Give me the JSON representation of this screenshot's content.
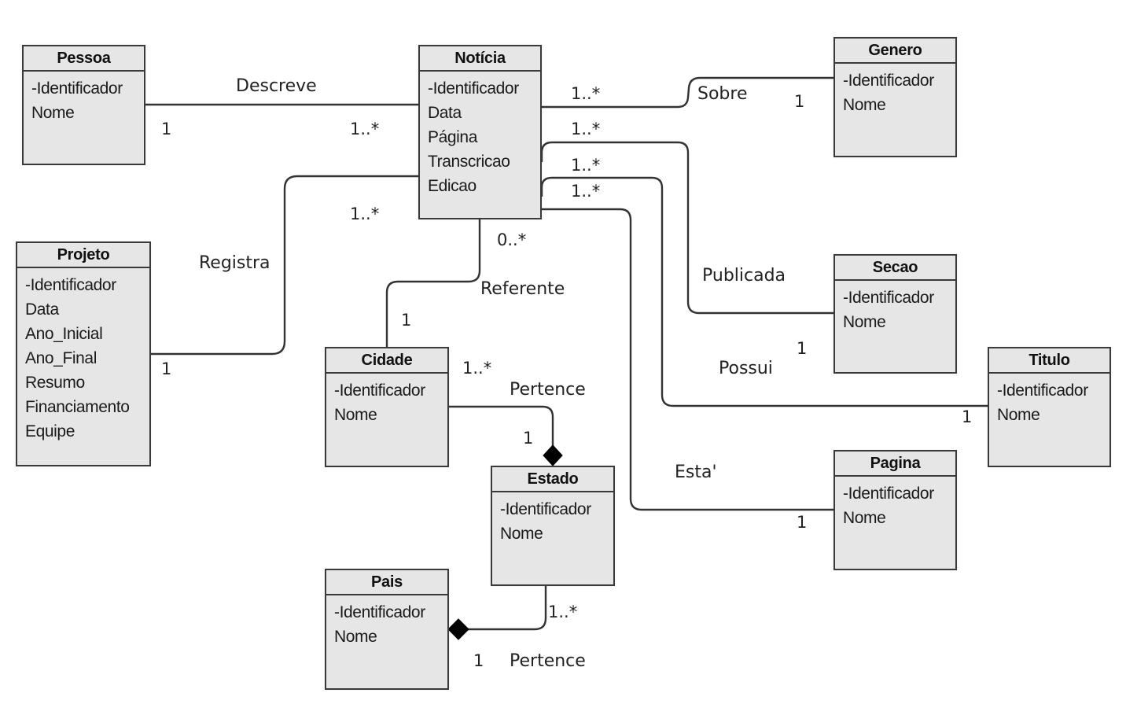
{
  "diagram": {
    "type": "uml-class-diagram",
    "classes": {
      "pessoa": {
        "name": "Pessoa",
        "attributes": [
          "-Identificador",
          "Nome"
        ]
      },
      "noticia": {
        "name": "Notícia",
        "attributes": [
          "-Identificador",
          "Data",
          "Página",
          "Transcricao",
          "Edicao"
        ]
      },
      "genero": {
        "name": "Genero",
        "attributes": [
          "-Identificador",
          "Nome"
        ]
      },
      "projeto": {
        "name": "Projeto",
        "attributes": [
          "-Identificador",
          "Data",
          "Ano_Inicial",
          "Ano_Final",
          "Resumo",
          "Financiamento",
          "Equipe"
        ]
      },
      "secao": {
        "name": "Secao",
        "attributes": [
          "-Identificador",
          "Nome"
        ]
      },
      "cidade": {
        "name": "Cidade",
        "attributes": [
          "-Identificador",
          "Nome"
        ]
      },
      "titulo": {
        "name": "Titulo",
        "attributes": [
          "-Identificador",
          "Nome"
        ]
      },
      "estado": {
        "name": "Estado",
        "attributes": [
          "-Identificador",
          "Nome"
        ]
      },
      "pagina": {
        "name": "Pagina",
        "attributes": [
          "-Identificador",
          "Nome"
        ]
      },
      "pais": {
        "name": "Pais",
        "attributes": [
          "-Identificador",
          "Nome"
        ]
      }
    },
    "associations": {
      "descreve": {
        "label": "Descreve",
        "from": "Pessoa",
        "to": "Notícia",
        "from_mult": "1",
        "to_mult": "1..*"
      },
      "sobre": {
        "label": "Sobre",
        "from": "Notícia",
        "to": "Genero",
        "from_mult": "1..*",
        "to_mult": "1"
      },
      "registra": {
        "label": "Registra",
        "from": "Projeto",
        "to": "Notícia",
        "from_mult": "1",
        "to_mult": "1..*"
      },
      "publicada": {
        "label": "Publicada",
        "from": "Notícia",
        "to": "Secao",
        "from_mult": "1..*",
        "to_mult": "1"
      },
      "possui": {
        "label": "Possui",
        "from": "Notícia",
        "to": "Titulo",
        "from_mult": "1..*",
        "to_mult": "1"
      },
      "esta": {
        "label": "Esta'",
        "from": "Notícia",
        "to": "Pagina",
        "from_mult": "1..*",
        "to_mult": "1"
      },
      "referente": {
        "label": "Referente",
        "from": "Notícia",
        "to": "Cidade",
        "from_mult": "0..*",
        "to_mult": "1"
      },
      "pertence_cidade": {
        "label": "Pertence",
        "from": "Cidade",
        "to": "Estado",
        "from_mult": "1..*",
        "to_mult": "1",
        "kind": "composition"
      },
      "pertence_estado": {
        "label": "Pertence",
        "from": "Estado",
        "to": "Pais",
        "from_mult": "1..*",
        "to_mult": "1",
        "kind": "composition"
      }
    }
  }
}
